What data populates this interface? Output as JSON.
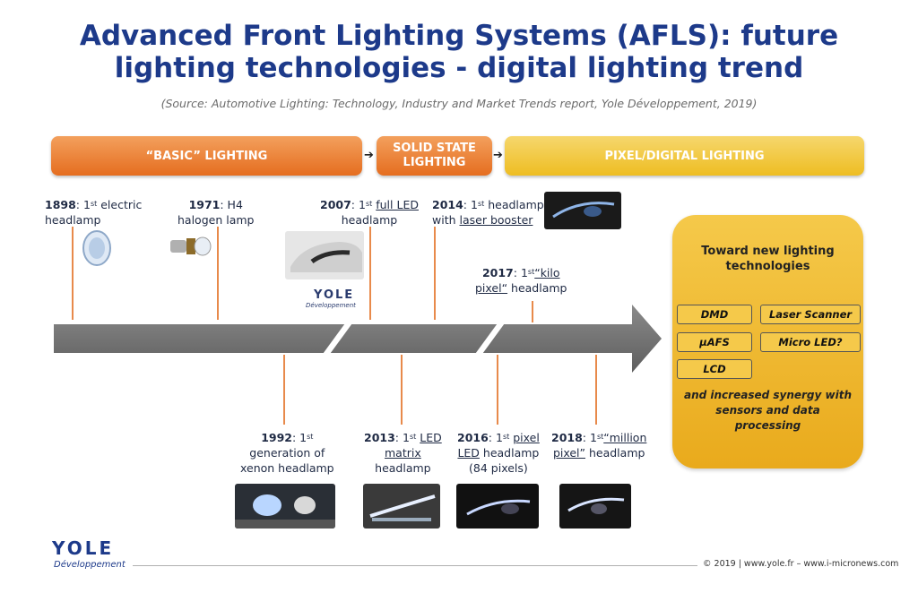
{
  "header": {
    "title_line1": "Advanced Front Lighting Systems (AFLS): future",
    "title_line2": "lighting technologies - digital lighting trend",
    "source": "(Source: Automotive Lighting: Technology, Industry and Market Trends report, Yole Développement, 2019)"
  },
  "phases": {
    "basic": "“BASIC” LIGHTING",
    "solid_line1": "SOLID STATE",
    "solid_line2": "LIGHTING",
    "pixel": "PIXEL/DIGITAL LIGHTING"
  },
  "events_top": [
    {
      "year": "1898",
      "ord": "st",
      "pre": "1",
      "l1": " electric",
      "l2": "headlamp"
    },
    {
      "year": "1971",
      "pre": "",
      "l1": "H4",
      "l2": "halogen lamp"
    },
    {
      "year": "2007",
      "pre": "1",
      "ord": "st",
      "l1": "full LED",
      "l2": "headlamp"
    },
    {
      "year": "2014",
      "pre": "1",
      "ord": "st",
      "l1": " headlamp",
      "l2a": "with ",
      "l2b": "laser booster"
    },
    {
      "year": "2017",
      "pre": "1",
      "ord": "st",
      "l1": "“kilo",
      "l2a": "pixel“",
      "l2b": " headlamp"
    }
  ],
  "events_bottom": [
    {
      "year": "1992",
      "pre": "1",
      "ord": "st",
      "l1": "generation of",
      "l2": "xenon headlamp"
    },
    {
      "year": "2013",
      "pre": "1",
      "ord": "st",
      "l1": "LED",
      "l2": "matrix",
      "l3": "headlamp"
    },
    {
      "year": "2016",
      "pre": "1",
      "ord": "st",
      "l1": "pixel",
      "l2a": "LED",
      "l2b": " headlamp",
      "l3": "(84 pixels)"
    },
    {
      "year": "2018",
      "pre": "1",
      "ord": "st",
      "l1": "“million",
      "l2a": "pixel”",
      "l2b": " headlamp"
    }
  ],
  "toward": {
    "title_line1": "Toward new lighting",
    "title_line2": "technologies",
    "tags": [
      "DMD",
      "Laser Scanner",
      "µAFS",
      "Micro LED?",
      "LCD"
    ],
    "synergy_line1": "and increased synergy with",
    "synergy_line2": "sensors and data",
    "synergy_line3": "processing"
  },
  "footer": {
    "logo": "YOLE",
    "logo_sub": "Développement",
    "copyright": "© 2019 | www.yole.fr – www.i-micronews.com"
  },
  "colors": {
    "title_blue": "#1d3a8a",
    "orange": "#e56d1f",
    "gold": "#eebd22",
    "arrow_gray": "#6e6e6e"
  }
}
